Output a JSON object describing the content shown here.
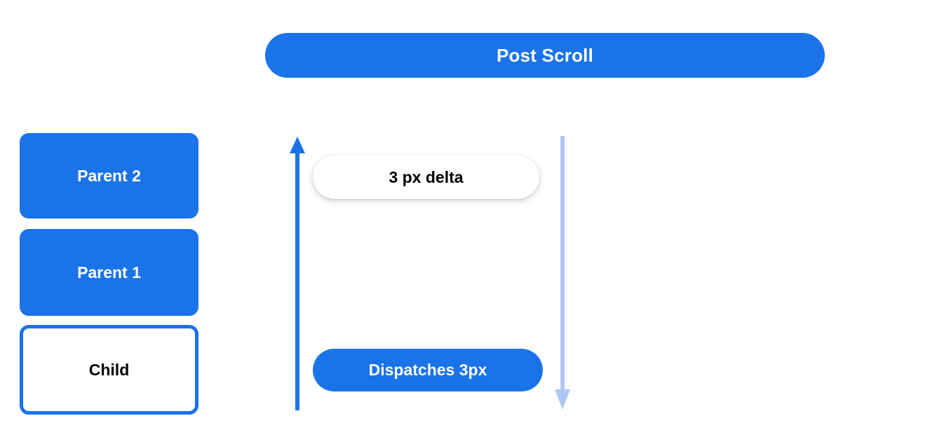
{
  "diagram": {
    "title": "Post Scroll",
    "background_color": "#ffffff",
    "accent_color": "#1a73e8",
    "muted_accent_color": "#aec8f5",
    "header": {
      "label": "Post Scroll"
    },
    "boxes": [
      {
        "label": "Parent 2",
        "style": "filled",
        "fill": "#1a73e8",
        "text_color": "#ffffff"
      },
      {
        "label": "Parent 1",
        "style": "filled",
        "fill": "#1a73e8",
        "text_color": "#ffffff"
      },
      {
        "label": "Child",
        "style": "outlined",
        "fill": "#ffffff",
        "border_color": "#1a73e8",
        "text_color": "#000000"
      }
    ],
    "arrows": [
      {
        "name": "bubble-up-arrow",
        "direction": "up",
        "color": "#1a73e8"
      },
      {
        "name": "propagate-down-arrow",
        "direction": "down",
        "color": "#aec8f5"
      }
    ],
    "annotations": [
      {
        "label": "3 px delta",
        "style": "white-pill",
        "fill": "#ffffff",
        "text_color": "#000000"
      },
      {
        "label": "Dispatches 3px",
        "style": "blue-pill",
        "fill": "#1a73e8",
        "text_color": "#ffffff"
      }
    ]
  }
}
